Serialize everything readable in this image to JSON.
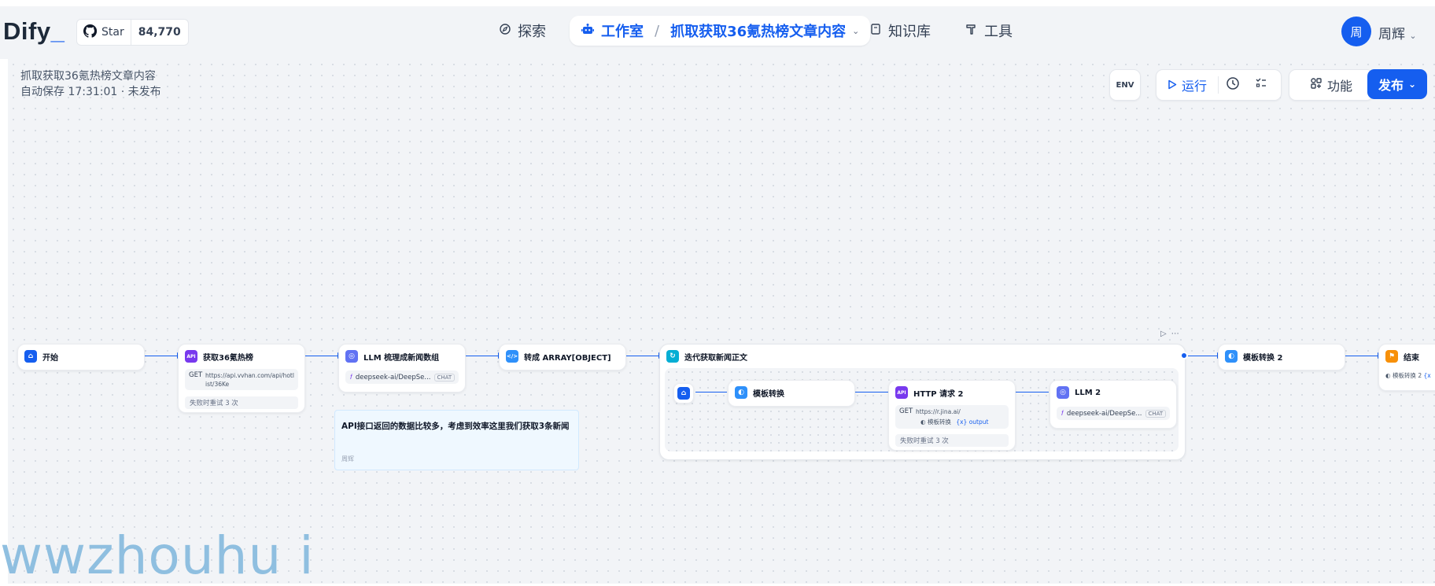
{
  "header": {
    "logo": "Dify",
    "github_star": "Star",
    "github_count": "84,770",
    "nav_explore": "探索",
    "nav_workspace": "工作室",
    "nav_app": "抓取获取36氪热榜文章内容",
    "nav_knowledge": "知识库",
    "nav_tools": "工具",
    "avatar_initial": "周",
    "user_name": "周辉"
  },
  "workflow": {
    "title": "抓取获取36氪热榜文章内容",
    "status": "自动保存 17:31:01 · 未发布"
  },
  "toolbar": {
    "env_label": "ENV",
    "run_label": "运行",
    "features_label": "功能",
    "publish_label": "发布"
  },
  "nodes": {
    "start": "开始",
    "http1": {
      "title": "获取36氪热榜",
      "method": "GET",
      "url": "https://api.vvhan.com/api/hotlist/36Ke",
      "retry": "失败时重试 3 次"
    },
    "llm1": {
      "title": "LLM 梳理成新闻数组",
      "model": "deepseek-ai/DeepSe...",
      "mode": "CHAT"
    },
    "code": {
      "title": "转成 ARRAY[OBJECT]"
    },
    "iteration": {
      "title": "迭代获取新闻正文"
    },
    "tpl1": {
      "title": "模板转换"
    },
    "http2": {
      "title": "HTTP 请求 2",
      "method": "GET",
      "url": "https://r.jina.ai/",
      "var_src": "模板转换",
      "var_name": "output",
      "retry": "失败时重试 3 次"
    },
    "llm2": {
      "title": "LLM 2",
      "model": "deepseek-ai/DeepSe...",
      "mode": "CHAT"
    },
    "tpl2": {
      "title": "模板转换 2"
    },
    "end": {
      "title": "结束",
      "var": "模板转换 2"
    }
  },
  "note": {
    "text": "API接口返回的数据比较多，考虑到效率这里我们获取3条新闻",
    "author": "周辉"
  },
  "watermark": "wwzhouhu i",
  "colors": {
    "accent": "#155eef",
    "canvas": "#f2f4f7"
  }
}
